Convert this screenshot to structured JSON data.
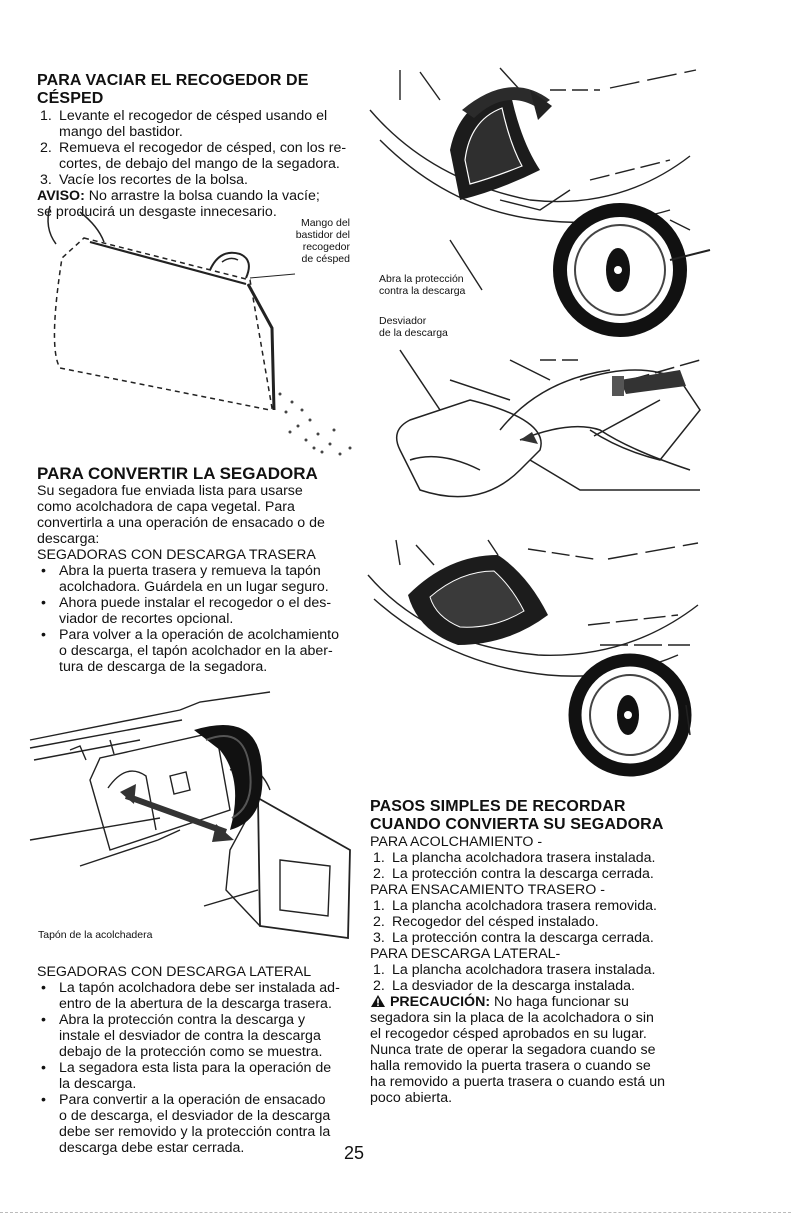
{
  "empty_section": {
    "title": "PARA VACIAR EL RECOGEDOR DE CÉSPED",
    "steps": [
      {
        "num": "1.",
        "lines": [
          "Levante el recogedor de césped usando el",
          "mango del bastidor."
        ]
      },
      {
        "num": "2.",
        "lines": [
          "Remueva el recogedor de césped, con los re-",
          "cortes, de debajo del mango de la segadora."
        ]
      },
      {
        "num": "3.",
        "lines": [
          "Vacíe los recortes de la bolsa."
        ]
      }
    ],
    "notice_label": "AVISO:",
    "notice_lines": [
      " No arrastre la bolsa cuando la vacíe;",
      "se producirá un desgaste innecesario."
    ],
    "figure_label_lines": [
      "Mango del",
      "bastidor del",
      "recogedor",
      "de césped"
    ]
  },
  "right_figure": {
    "label_open_lines": [
      "Abra la protección",
      "contra la descarga"
    ],
    "label_deflector_lines": [
      "Desviador",
      "de la descarga"
    ]
  },
  "convert_section": {
    "title": "PARA CONVERTIR LA SEGADORA",
    "intro_lines": [
      "Su segadora fue enviada lista para usarse",
      "como acolchadora de capa vegetal. Para",
      "convertirla a una operación de ensacado o de",
      "descarga:"
    ],
    "rear_heading": "SEGADORAS CON DESCARGA TRASERA",
    "rear_bullets": [
      [
        "Abra la puerta trasera y remueva la tapón",
        "acolchadora. Guárdela en un lugar seguro."
      ],
      [
        "Ahora puede instalar el recogedor o el des-",
        "viador de recortes opcional."
      ],
      [
        "Para volver a la operación de acolchamiento",
        "o descarga, el tapón acolchador en la aber-",
        "tura de descarga de la segadora."
      ]
    ],
    "plug_label": "Tapón de la acolchadera",
    "side_heading": "SEGADORAS CON DESCARGA LATERAL",
    "side_bullets": [
      [
        "La tapón acolchadora debe ser instalada ad-",
        "entro de la abertura de la descarga trasera."
      ],
      [
        "Abra la protección contra la descarga y",
        "instale el desviador de contra la descarga",
        "debajo de la protección como se muestra."
      ],
      [
        "La segadora esta lista para la operación de",
        "la descarga."
      ],
      [
        "Para convertir a la operación de ensacado",
        "o de descarga, el desviador de la descarga",
        "debe ser removido y la protección contra la",
        "descarga debe estar cerrada."
      ]
    ]
  },
  "simple_steps": {
    "title_lines": [
      "PASOS SIMPLES DE RECORDAR",
      "CUANDO CONVIERTA SU SEGADORA"
    ],
    "mulch_heading": "PARA ACOLCHAMIENTO -",
    "mulch_steps": [
      {
        "num": "1.",
        "text": "La plancha acolchadora trasera instalada."
      },
      {
        "num": "2.",
        "text": "La protección contra la descarga cerrada."
      }
    ],
    "bag_heading": "PARA ENSACAMIENTO TRASERO -",
    "bag_steps": [
      {
        "num": "1.",
        "text": "La plancha acolchadora trasera removida."
      },
      {
        "num": "2.",
        "text": "Recogedor del césped instalado."
      },
      {
        "num": "3.",
        "text": "La protección contra la descarga cerrada."
      }
    ],
    "side_heading": "PARA DESCARGA LATERAL-",
    "side_steps": [
      {
        "num": "1.",
        "text": "La plancha acolchadora trasera instalada."
      },
      {
        "num": "2.",
        "text": "La desviador de la descarga instalada."
      }
    ],
    "caution_label": "PRECAUCIÓN:",
    "caution_first": " No haga funcionar su",
    "caution_lines": [
      "segadora sin la placa de la acolchadora o sin",
      "el recogedor césped aprobados en su lugar.",
      "Nunca trate de operar la segadora cuando se",
      "halla removido la puerta trasera o cuando se",
      "ha removido a puerta trasera o cuando está un",
      "poco abierta."
    ]
  },
  "page_number": "25",
  "icons": {
    "warning": "warning-triangle-icon"
  }
}
